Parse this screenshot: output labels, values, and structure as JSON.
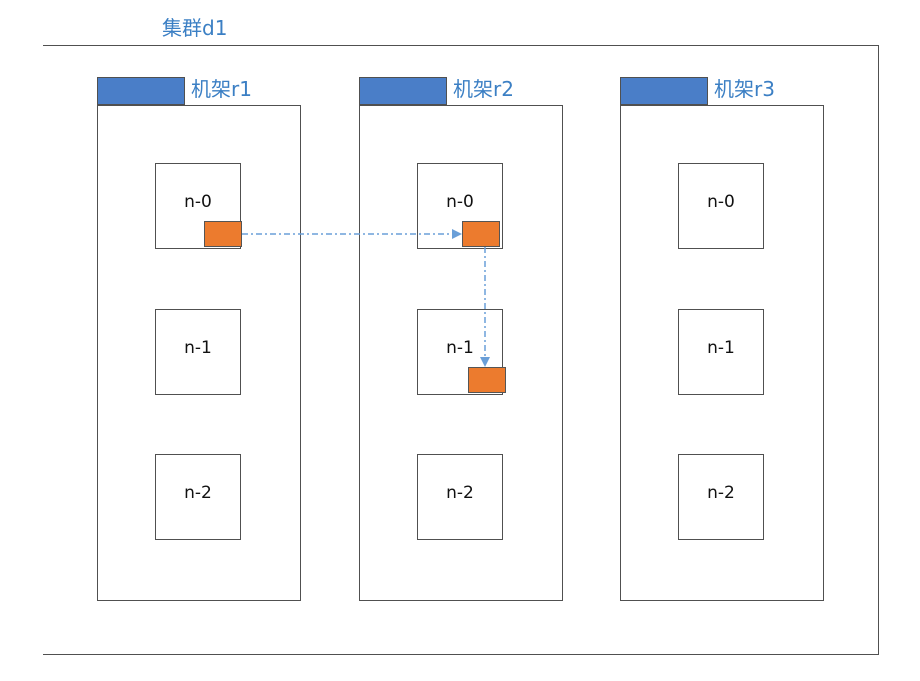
{
  "cluster": {
    "label": "集群d1"
  },
  "racks": [
    {
      "label": "机架r1",
      "nodes": [
        {
          "label": "n-0"
        },
        {
          "label": "n-1"
        },
        {
          "label": "n-2"
        }
      ]
    },
    {
      "label": "机架r2",
      "nodes": [
        {
          "label": "n-0"
        },
        {
          "label": "n-1"
        },
        {
          "label": "n-2"
        }
      ]
    },
    {
      "label": "机架r3",
      "nodes": [
        {
          "label": "n-0"
        },
        {
          "label": "n-1"
        },
        {
          "label": "n-2"
        }
      ]
    }
  ],
  "colors": {
    "label_text": "#3b7fc4",
    "rack_tab": "#4a7ec8",
    "replica_block": "#ec7b2e",
    "flow_arrow": "#6a9fd8",
    "border": "#505050"
  }
}
